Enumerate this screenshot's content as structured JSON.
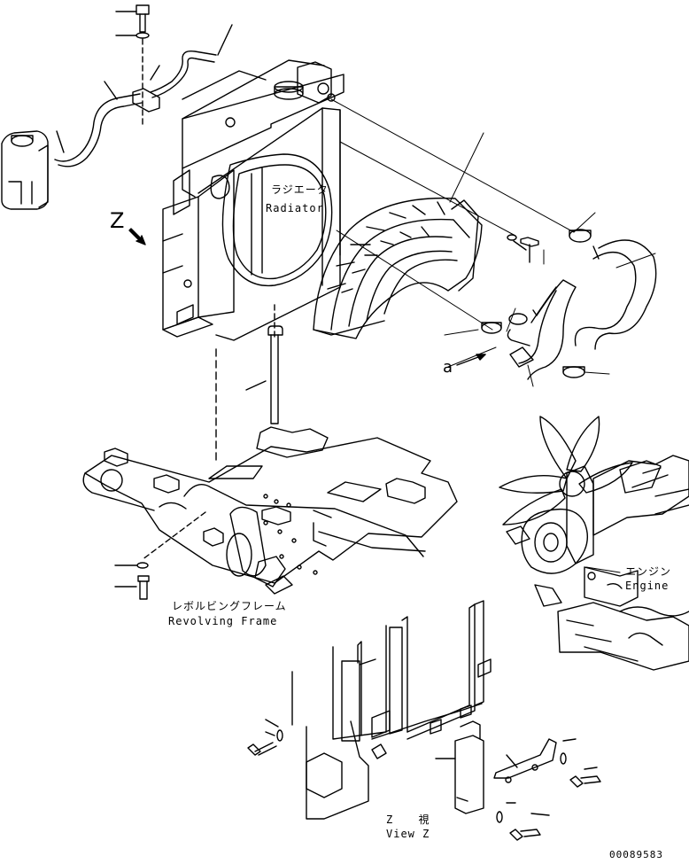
{
  "labels": {
    "radiator_jp": "ラジエータ",
    "radiator_en": "Radiator",
    "engine_jp": "エンジン",
    "engine_en": "Engine",
    "frame_jp": "レボルビングフレーム",
    "frame_en": "Revolving Frame",
    "view_jp": "Z 視",
    "view_en": "View Z",
    "view_mark": "Z",
    "ref_a": "a",
    "drawing_number": "00089583"
  }
}
